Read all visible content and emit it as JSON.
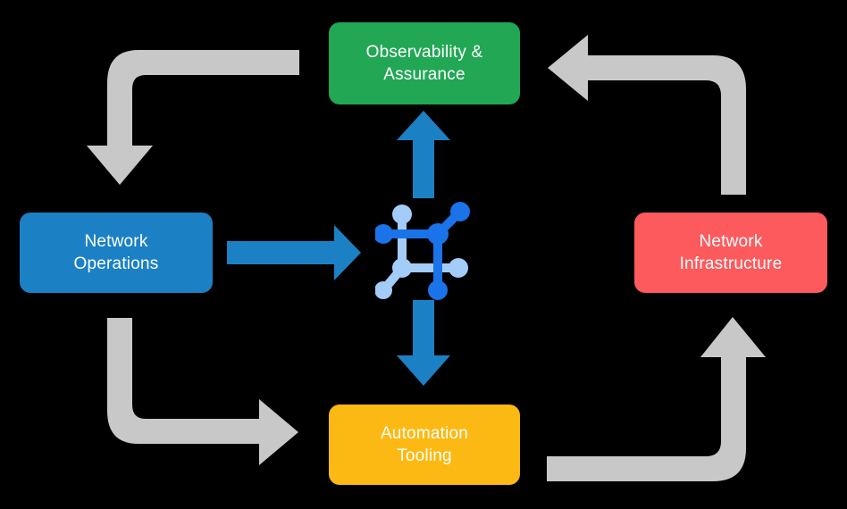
{
  "diagram": {
    "title": "Network automation lifecycle cycle diagram",
    "background_color": "#000000",
    "center_icon": {
      "name": "network-topology-icon",
      "primary_color": "#1a73e8",
      "secondary_color": "#a3ccf9"
    },
    "nodes": [
      {
        "id": "observability",
        "label": "Observability &\nAssurance",
        "color": "#22a755",
        "text_color": "#ffffff",
        "position": "top"
      },
      {
        "id": "operations",
        "label": "Network\nOperations",
        "color": "#1b81c4",
        "text_color": "#ffffff",
        "position": "left"
      },
      {
        "id": "infrastructure",
        "label": "Network\nInfrastructure",
        "color": "#fc5a5d",
        "text_color": "#ffffff",
        "position": "right"
      },
      {
        "id": "automation",
        "label": "Automation\nTooling",
        "color": "#fdb913",
        "text_color": "#ffffff",
        "position": "bottom"
      }
    ],
    "blue_arrows": [
      {
        "id": "center-to-observability",
        "direction": "up",
        "color": "#1b81c4"
      },
      {
        "id": "operations-to-center",
        "direction": "right",
        "color": "#1b81c4"
      },
      {
        "id": "center-to-automation",
        "direction": "down",
        "color": "#1b81c4"
      }
    ],
    "gray_arrows": [
      {
        "id": "observability-to-operations",
        "direction": "down",
        "color": "#c8c8c8",
        "corner": "top-left"
      },
      {
        "id": "operations-to-automation",
        "direction": "right",
        "color": "#c8c8c8",
        "corner": "bottom-left"
      },
      {
        "id": "infrastructure-to-observability",
        "direction": "left",
        "color": "#c8c8c8",
        "corner": "top-right"
      },
      {
        "id": "automation-to-infrastructure",
        "direction": "up",
        "color": "#c8c8c8",
        "corner": "bottom-right"
      }
    ]
  }
}
